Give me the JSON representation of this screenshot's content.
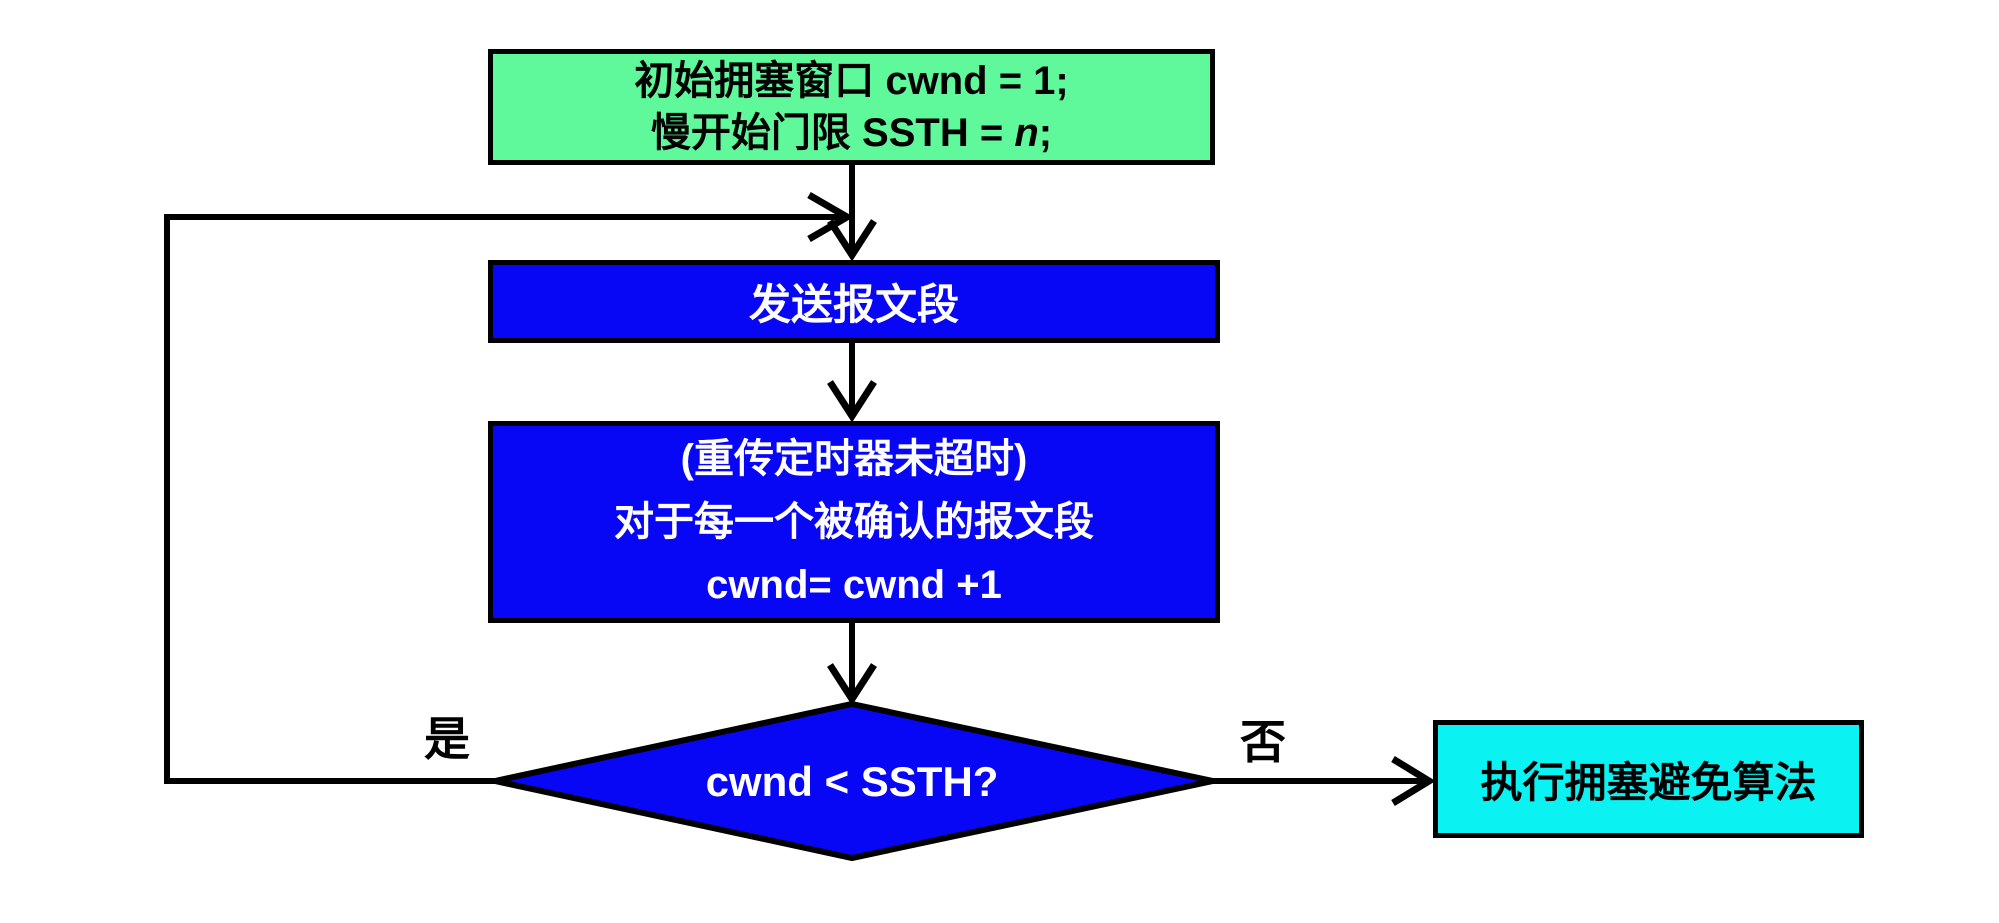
{
  "flowchart": {
    "nodes": {
      "init": {
        "line1": "初始拥塞窗口 cwnd = 1;",
        "line2_prefix": "慢开始门限 SSTH = ",
        "line2_var": "n",
        "line2_suffix": ";"
      },
      "send": {
        "label": "发送报文段"
      },
      "ack_update": {
        "line1": "(重传定时器未超时)",
        "line2": "对于每一个被确认的报文段",
        "line3": "cwnd= cwnd +1"
      },
      "decision": {
        "label": "cwnd < SSTH?"
      },
      "congestion_avoidance": {
        "label": "执行拥塞避免算法"
      }
    },
    "edge_labels": {
      "yes": "是",
      "no": "否"
    },
    "colors": {
      "init_fill": "#5FF99B",
      "process_fill": "#0707F5",
      "decision_fill": "#0707F5",
      "avoidance_fill": "#0BF2F2",
      "line_stroke": "#000000",
      "process_text": "#FFFFFF",
      "static_text": "#000000"
    }
  }
}
